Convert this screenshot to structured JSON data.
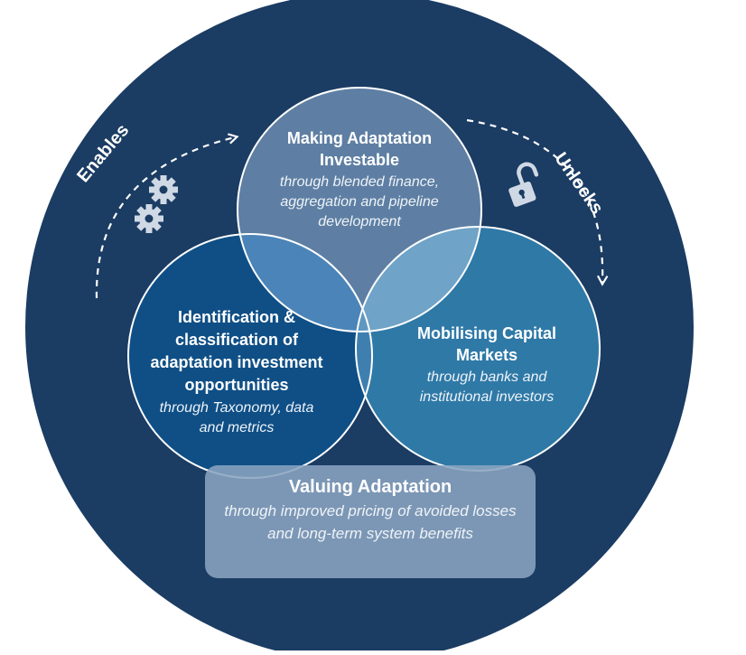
{
  "arrows": {
    "left_label": "Enables",
    "right_label": "Unlocks"
  },
  "circles": {
    "top": {
      "title": "Making Adaptation Investable",
      "subtitle": "through blended finance, aggregation and pipeline development"
    },
    "left": {
      "title": "Identification & classification of adaptation investment opportunities",
      "subtitle": "through Taxonomy, data and metrics"
    },
    "right": {
      "title": "Mobilising Capital Markets",
      "subtitle": "through banks and institutional investors"
    }
  },
  "foundation": {
    "title": "Valuing Adaptation",
    "subtitle": "through improved pricing of avoided losses and long-term system benefits"
  },
  "icons": [
    "gears-icon",
    "unlocked-padlock-icon"
  ],
  "colors": {
    "outer_circle": "#1b3c63",
    "top_circle": "#5e7fa3",
    "left_circle": "#0f4f86",
    "right_circle": "#2f79a7",
    "overlap_top_left": "#4b84b8",
    "overlap_top_right": "#6fa3c7",
    "foundation_box": "#8aa4c0"
  }
}
